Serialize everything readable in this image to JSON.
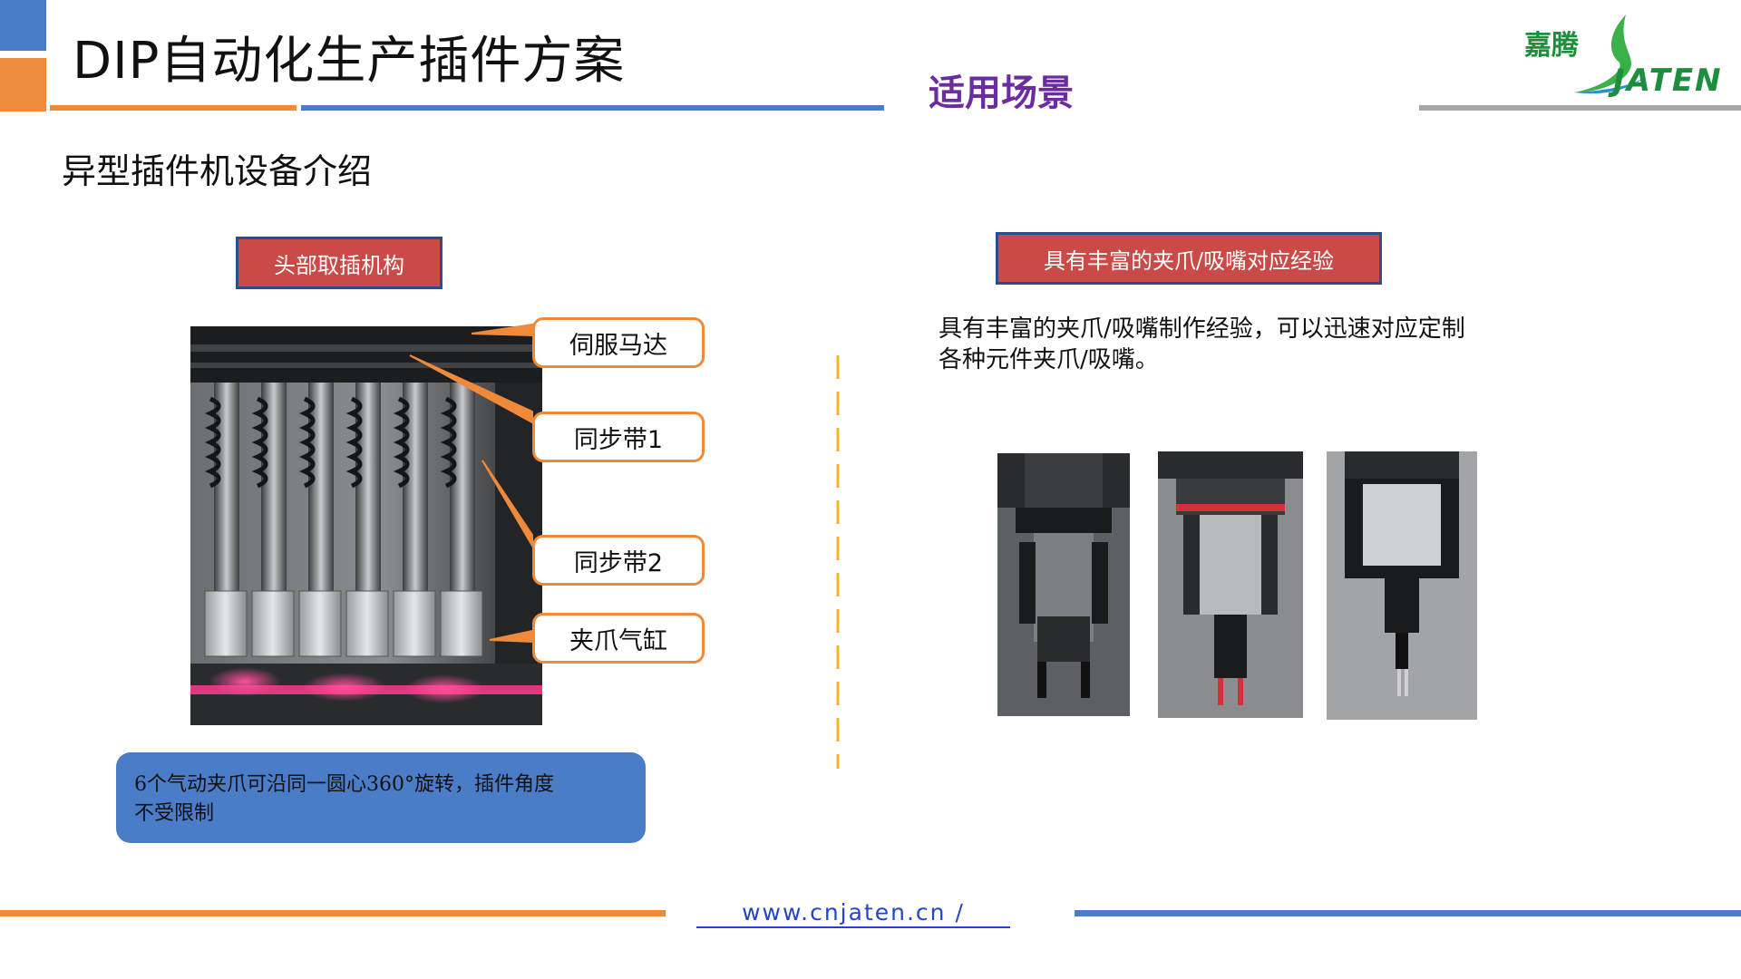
{
  "header": {
    "title": "DIP自动化生产插件方案",
    "section": "适用场景",
    "logo_cn": "嘉腾",
    "logo_en": "JATEN"
  },
  "subtitle": "异型插件机设备介绍",
  "left_panel": {
    "label": "头部取插机构",
    "callouts": [
      "伺服马达",
      "同步带1",
      "同步带2",
      "夹爪气缸"
    ],
    "note_line1": "6个气动夹爪可沿同一圆心360°旋转，插件角度",
    "note_line2": "不受限制"
  },
  "right_panel": {
    "label": "具有丰富的夹爪/吸嘴对应经验",
    "desc_line1": "具有丰富的夹爪/吸嘴制作经验，可以迅速对应定制",
    "desc_line2": "各种元件夹爪/吸嘴。"
  },
  "footer": {
    "url": "www.cnjaten.cn /"
  },
  "colors": {
    "blue": "#4a7cc7",
    "orange": "#ef8a3a",
    "purple": "#6a2ca0",
    "red_label": "#c94a47",
    "gray": "#a7a7a7",
    "logo_green": "#3ab04a"
  }
}
